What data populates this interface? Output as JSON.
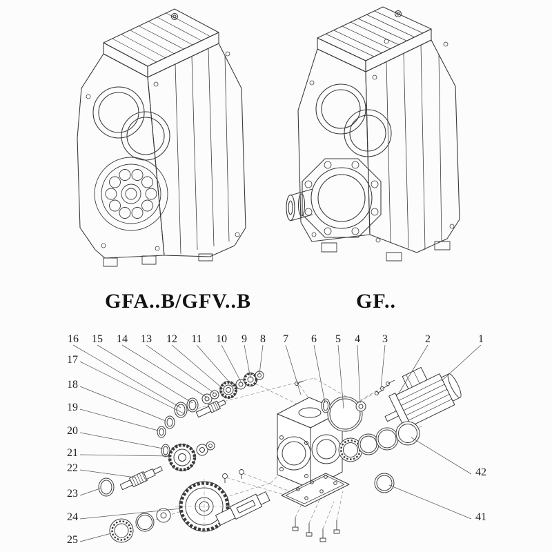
{
  "figures": {
    "left": {
      "label": "GFA..B/GFV..B"
    },
    "right": {
      "label": "GF.."
    }
  },
  "exploded": {
    "top": [
      "16",
      "15",
      "14",
      "13",
      "12",
      "11",
      "10",
      "9",
      "8",
      "7",
      "6",
      "5",
      "4",
      "3",
      "2",
      "1"
    ],
    "left": [
      "17",
      "18",
      "19",
      "20",
      "21",
      "22",
      "23",
      "24",
      "25"
    ],
    "right": [
      "42",
      "41"
    ]
  },
  "colors": {
    "line": "#3a3a3a",
    "leader": "#555555",
    "background": "#fcfcfc"
  }
}
